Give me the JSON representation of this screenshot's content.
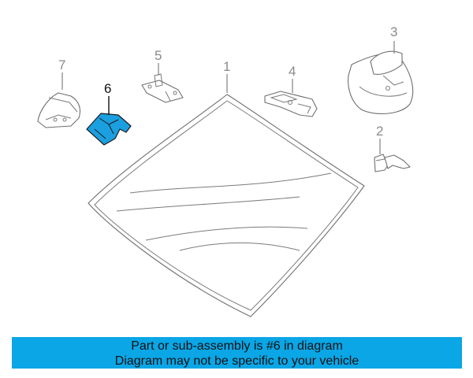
{
  "callouts": {
    "part_1": "1",
    "part_2": "2",
    "part_3": "3",
    "part_4": "4",
    "part_5": "5",
    "part_6": "6",
    "part_7": "7"
  },
  "highlight_color": "#1a9fe0",
  "banner": {
    "line1": "Part or sub-assembly is #6 in diagram",
    "line2": "Diagram may not be specific to your vehicle",
    "background": "#0aa6e6"
  }
}
